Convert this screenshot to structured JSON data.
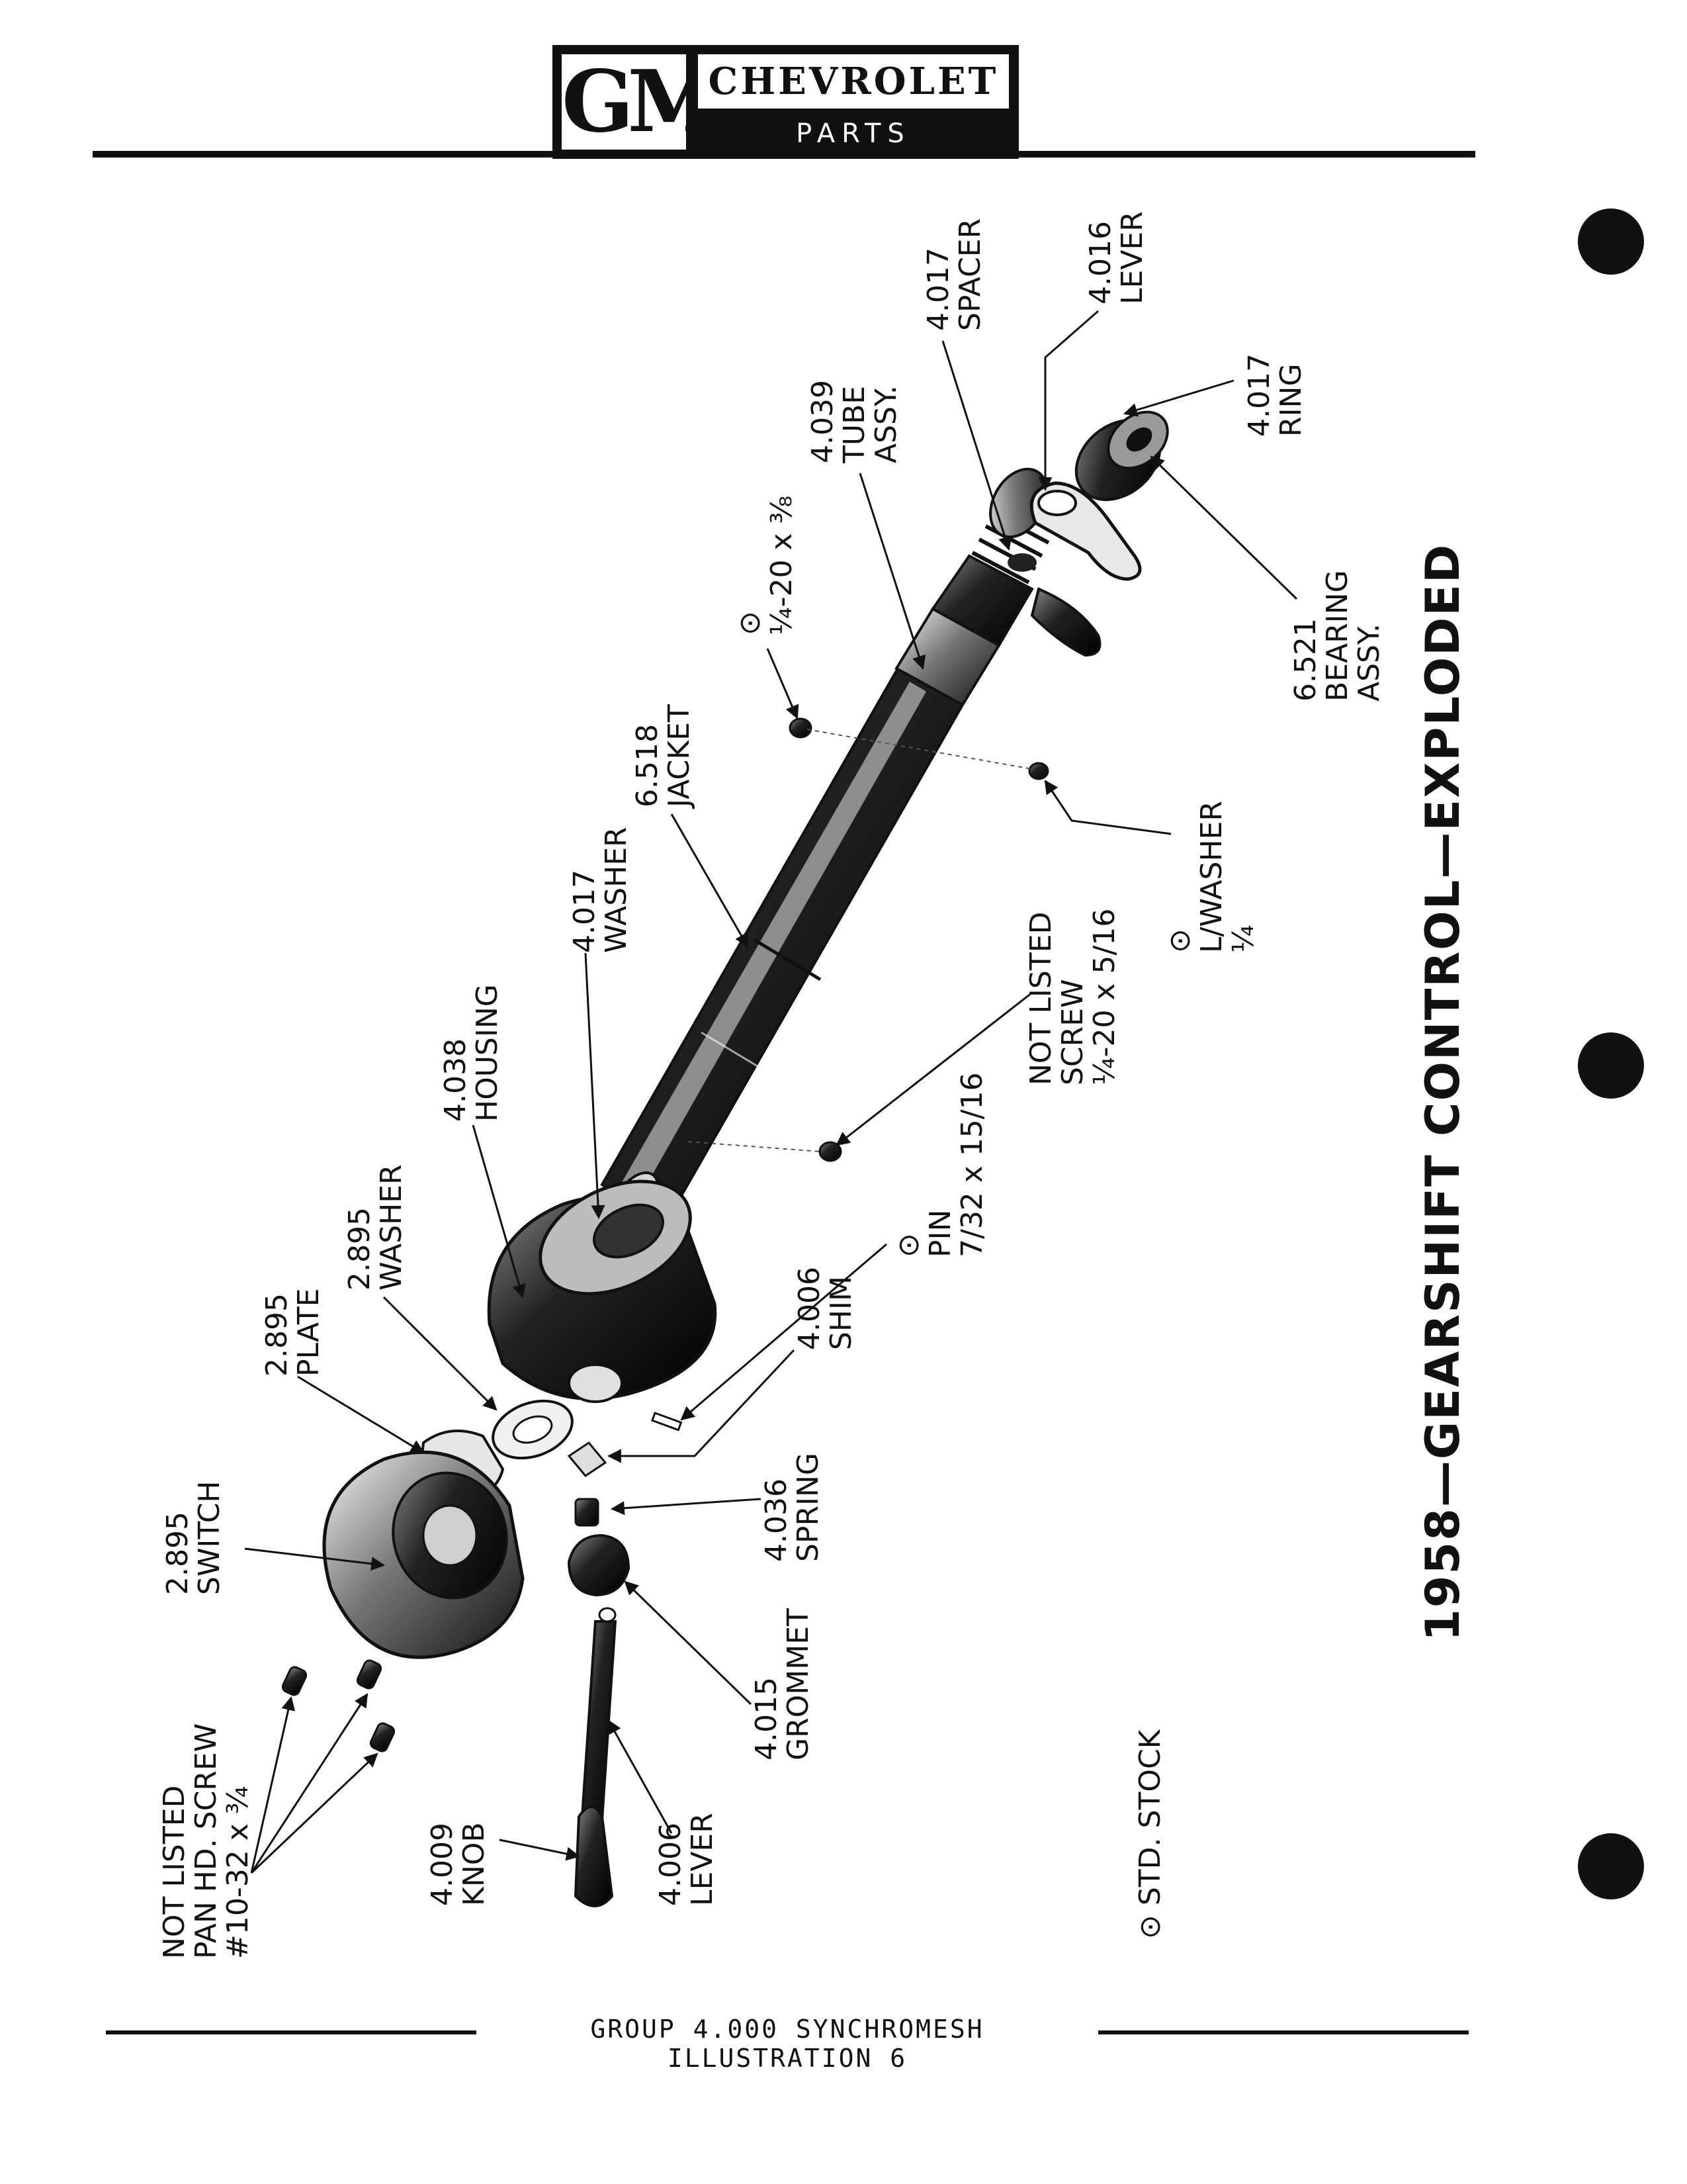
{
  "header": {
    "logo_mark": "GM",
    "brand": "CHEVROLET",
    "subtitle": "PARTS CATALOGUE"
  },
  "figure_title": "1958—GEARSHIFT CONTROL—EXPLODED",
  "legend": "⊙ STD. STOCK",
  "footer": "GROUP 4.000 SYNCHROMESH ILLUSTRATION 6",
  "labels": {
    "spacer": [
      "4.017",
      "SPACER"
    ],
    "lever_top": [
      "4.016",
      "LEVER"
    ],
    "ring": [
      "4.017",
      "RING"
    ],
    "tube": [
      "4.039",
      "TUBE",
      "ASSY."
    ],
    "screw_top": [
      "⊙",
      "¼-20 x ⅜"
    ],
    "bearing": [
      "6.521",
      "BEARING",
      "ASSY."
    ],
    "jacket": [
      "6.518",
      "JACKET"
    ],
    "lwasher": [
      "⊙",
      "L/WASHER",
      "¼"
    ],
    "washer_4017": [
      "4.017",
      "WASHER"
    ],
    "housing": [
      "4.038",
      "HOUSING"
    ],
    "screw_nl": [
      "NOT LISTED",
      "SCREW",
      "¼-20 x 5/16"
    ],
    "washer_2895": [
      "2.895",
      "WASHER"
    ],
    "pin": [
      "⊙",
      "PIN",
      "7/32 x 15/16"
    ],
    "plate": [
      "2.895",
      "PLATE"
    ],
    "shim": [
      "4.006",
      "SHIM"
    ],
    "switch": [
      "2.895",
      "SWITCH"
    ],
    "spring": [
      "4.036",
      "SPRING"
    ],
    "grommet": [
      "4.015",
      "GROMMET"
    ],
    "panhd": [
      "NOT LISTED",
      "PAN HD. SCREW",
      "#10-32 x ¾"
    ],
    "knob": [
      "4.009",
      "KNOB"
    ],
    "lever_bottom": [
      "4.006",
      "LEVER"
    ]
  }
}
